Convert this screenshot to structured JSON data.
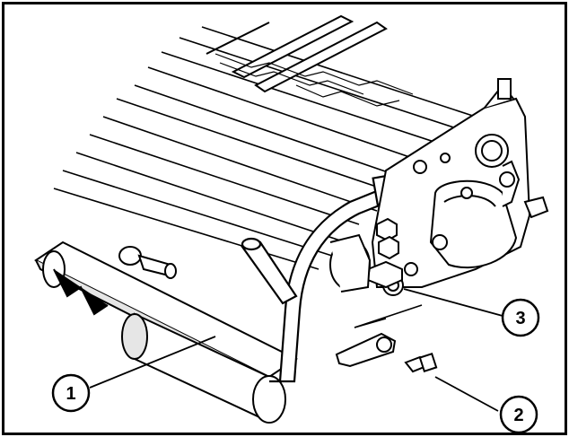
{
  "callouts": [
    {
      "label": "1"
    },
    {
      "label": "2"
    },
    {
      "label": "3"
    }
  ],
  "colors": {
    "ink": "#000000",
    "paper": "#ffffff",
    "shade": "#e6e6e6"
  }
}
